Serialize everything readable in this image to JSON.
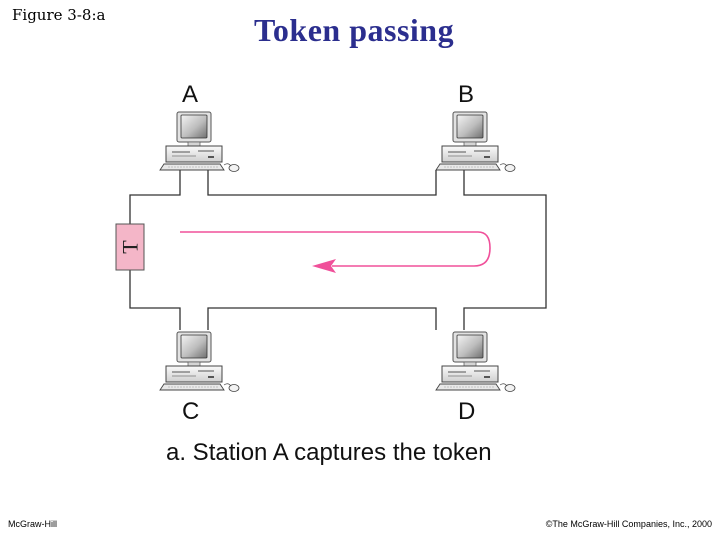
{
  "figure_label": "Figure 3-8:a",
  "title": "Token passing",
  "stations": {
    "a": "A",
    "b": "B",
    "c": "C",
    "d": "D"
  },
  "token": {
    "label": "T",
    "color": "#f4b6c8"
  },
  "token_path_color": "#f0509a",
  "caption": "a. Station A captures the token",
  "footer": {
    "left": "McGraw-Hill",
    "right": "©The McGraw-Hill Companies, Inc., 2000"
  }
}
